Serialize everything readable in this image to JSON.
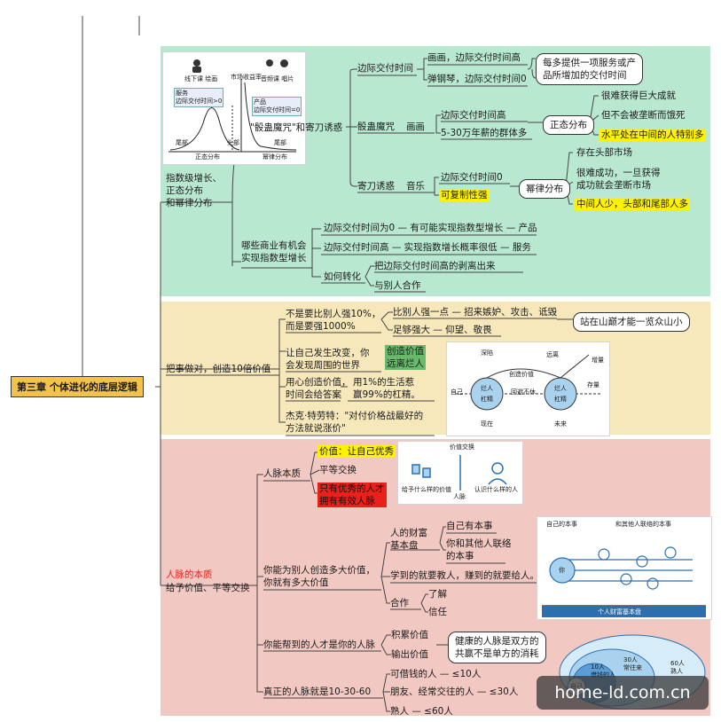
{
  "root": "第三章 个体进化的底层逻辑",
  "colors": {
    "green_band": "#b9e8d1",
    "yellow_band": "#f7e8bc",
    "pink_band": "#f2c9c2",
    "highlight": "#fff200",
    "highlight_red": "#e8211c"
  },
  "s1": {
    "title": "指数级增长、\n正态分布\n和幂律分布",
    "ill": {
      "left_top": "线下课 绘画",
      "right_top": "音频课 唱片",
      "service_box": "服务\n边际交付时间>0",
      "product_box": "产品\n边际交付时间=0",
      "xl_left": "尾部",
      "xl_mid": "正态分布",
      "xl_right": "幂律分布",
      "xl_far": "尾部",
      "head": "头部",
      "yaxis": "市场收益率"
    },
    "bu_label": "\"骰蛊魔咒\"和寄刀诱惑",
    "bianji": "边际交付时间",
    "huahua": "画画，边际交付时间高",
    "tangangqin": "弹钢琴，边际交付时间0",
    "callout1": "每多提供一项服务或产\n品所增加的交付时间",
    "gugu": "骰蛊魔咒",
    "huahua2": "画画",
    "gaoshi": "边际交付时间高",
    "qunti": "5-30万年薪的群体多",
    "zhengtai": "正态分布",
    "z1": "很难获得巨大成就",
    "z2": "但不会被垄断而饿死",
    "z3": "水平处在中间的人特别多",
    "jidao": "寄刀诱惑",
    "yinyue": "音乐",
    "ling": "边际交付时间0",
    "fuzhi": "可复制性强",
    "milv": "幂律分布",
    "m1": "存在头部市场",
    "m2": "很难成功，一旦获得\n成功就会垄断市场",
    "m3": "中间人少，头部和尾部人多",
    "which": "哪些商业有机会\n实现指数型增长",
    "w1": "边际交付时间为0 — 有可能实现指数型增长 — 产品",
    "w2": "边际交付时间高 — 实现指数增长概率很低 — 服务",
    "ruhe": "如何转化",
    "r1": "把边际交付时间高的剥离出来",
    "r2": "与别人合作"
  },
  "s2": {
    "title": "把事做对，创造10倍价值",
    "a": "不是要比别人强10%，\n而是要强1000%",
    "a1": "比别人强一点 — 招来嫉妒、攻击、诋毁",
    "a2": "足够强大 — 仰望、敬畏",
    "callout": "站在山巅才能一览众山小",
    "b": "让自己发生改变，你\n会发现周围的世界",
    "b_box": "创造价值\n远离烂人",
    "c": "用心创造价值，\n时间会给答案",
    "c1": "用1%的生活惹\n赢99%的杠精。",
    "d": "杰克·特劳特：\"对付价格战最好的\n方法就说涨价\"",
    "ill": {
      "l1": "深陷",
      "l2": "自己",
      "l3": "烂人",
      "l4": "杠精",
      "l5": "现在",
      "l6": "创造价值",
      "l7": "回避不休",
      "l8": "远离",
      "l9": "增量",
      "l10": "烂人",
      "l11": "杠精",
      "l12": "存量",
      "l13": "未来"
    }
  },
  "s3": {
    "title": "人脉的本质",
    "subtitle": "给予价值、平等交换",
    "benzhi": "人脉本质",
    "jiazhi": "价值：让自己优秀",
    "pingdeng": "平等交换",
    "redbox": "只有优秀的人才\n拥有有效人脉",
    "ill1": {
      "top": "价值交换",
      "bottom": "人脉",
      "left": "给予什么样的价值",
      "right": "认识什么样的人"
    },
    "nineng": "你能为别人创造多大价值，\n你就有多大价值",
    "caifu": "人的财富\n基本盘",
    "benshi": "自己有本事",
    "lianluo": "你和其他人联络\n的本事",
    "xuedao": "学到的就要教人，赚到的就要给人。",
    "hezuo": "合作",
    "liaojie": "了解",
    "xinren": "信任",
    "ill2": {
      "t1": "自己的本事",
      "t2": "和其他人联络的本事",
      "ni": "你",
      "bottom": "个人财富基本盘"
    },
    "bangdao": "你能帮到的人才是你的人脉",
    "jilei": "积累价值",
    "shuchu": "输出价值",
    "callout": "健康的人脉是双方的\n共赢不是单方的消耗",
    "rule": "真正的人脉就是10-30-60",
    "p1": "可借钱的人 — ≤10人",
    "p2": "朋友、经常交往的人 — ≤30人",
    "p3": "熟人 — ≤60人",
    "ill3": {
      "c1": "自己",
      "c2": "10人\n借钱的人",
      "c3": "30人\n常往来",
      "c4": "60人\n熟人"
    }
  },
  "watermark": "home-ld.com.cn"
}
